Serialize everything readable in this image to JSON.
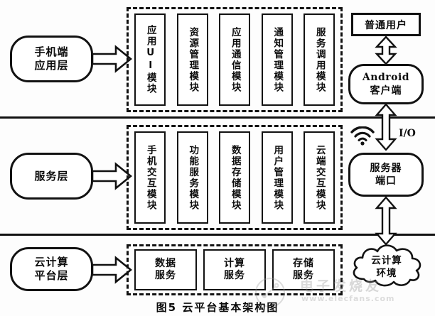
{
  "figure": {
    "caption": "图5  云平台基本架构图"
  },
  "layers": [
    {
      "id": "application",
      "label": "手机端\n应用层",
      "label_line1": "手机端",
      "label_line2": "应用层",
      "modules": [
        {
          "name": "应用UI模块"
        },
        {
          "name": "资源管理模块"
        },
        {
          "name": "应用通信模块"
        },
        {
          "name": "通知管理模块"
        },
        {
          "name": "服务调用模块"
        }
      ]
    },
    {
      "id": "service",
      "label": "服务层",
      "label_line1": "服务层",
      "label_line2": "",
      "modules": [
        {
          "name": "手机交互模块"
        },
        {
          "name": "功能服务模块"
        },
        {
          "name": "数据存储模块"
        },
        {
          "name": "用户管理模块"
        },
        {
          "name": "云端交互模块"
        }
      ]
    },
    {
      "id": "cloud-platform",
      "label": "云计算\n平台层",
      "label_line1": "云计算",
      "label_line2": "平台层",
      "services": [
        {
          "line1": "数据",
          "line2": "服务"
        },
        {
          "line1": "计算",
          "line2": "服务"
        },
        {
          "line1": "存储",
          "line2": "服务"
        }
      ]
    }
  ],
  "right_column": {
    "user_box": "普通用户",
    "android_client_line1": "Android",
    "android_client_line2": "客户端",
    "server_port_line1": "服务器",
    "server_port_line2": "端口",
    "cloud_env_line1": "云计算",
    "cloud_env_line2": "环境",
    "io_label": "I/O",
    "wifi_icon": "wifi-icon"
  },
  "watermark": {
    "cn": "电子发烧友",
    "url": "www.elecfans.com"
  },
  "colors": {
    "stroke": "#121212",
    "background": "#ffffff"
  }
}
